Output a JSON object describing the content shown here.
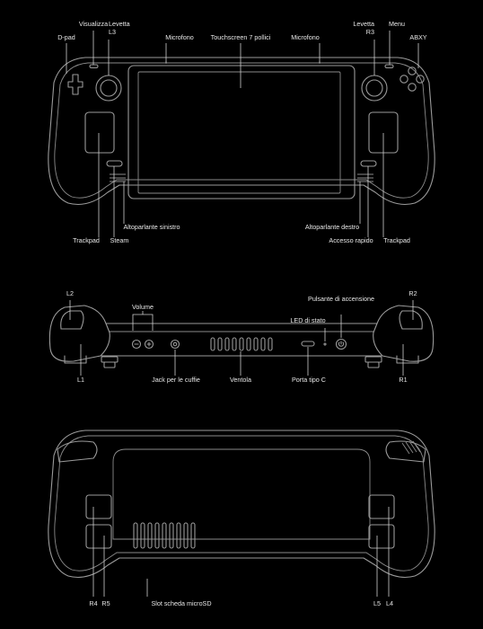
{
  "labels": {
    "front": {
      "visualizza": "Visualizza",
      "levetta_l3_1": "Levetta",
      "levetta_l3_2": "L3",
      "dpad": "D-pad",
      "microfono_left": "Microfono",
      "touchscreen": "Touchscreen 7 pollici",
      "microfono_right": "Microfono",
      "levetta_r3_1": "Levetta",
      "levetta_r3_2": "R3",
      "menu": "Menu",
      "abxy": "ABXY",
      "trackpad_left": "Trackpad",
      "steam": "Steam",
      "altoparlante_sinistro": "Altoparlante sinistro",
      "altoparlante_destro": "Altoparlante destro",
      "accesso_rapido": "Accesso rapido",
      "trackpad_right": "Trackpad"
    },
    "top": {
      "l2": "L2",
      "r2": "R2",
      "volume": "Volume",
      "pulsante_accensione": "Pulsante di accensione",
      "led_stato": "LED di stato",
      "l1": "L1",
      "jack_cuffie": "Jack per le cuffie",
      "ventola": "Ventola",
      "porta_tipo_c": "Porta tipo C",
      "r1": "R1"
    },
    "back": {
      "r4": "R4",
      "r5": "R5",
      "slot_microsd": "Slot scheda microSD",
      "l5": "L5",
      "l4": "L4"
    }
  },
  "colors": {
    "background": "#000000",
    "label_text": "#e8e8e8",
    "leader_line": "#cfcfcf",
    "device_outline": "#9a9a9a"
  }
}
